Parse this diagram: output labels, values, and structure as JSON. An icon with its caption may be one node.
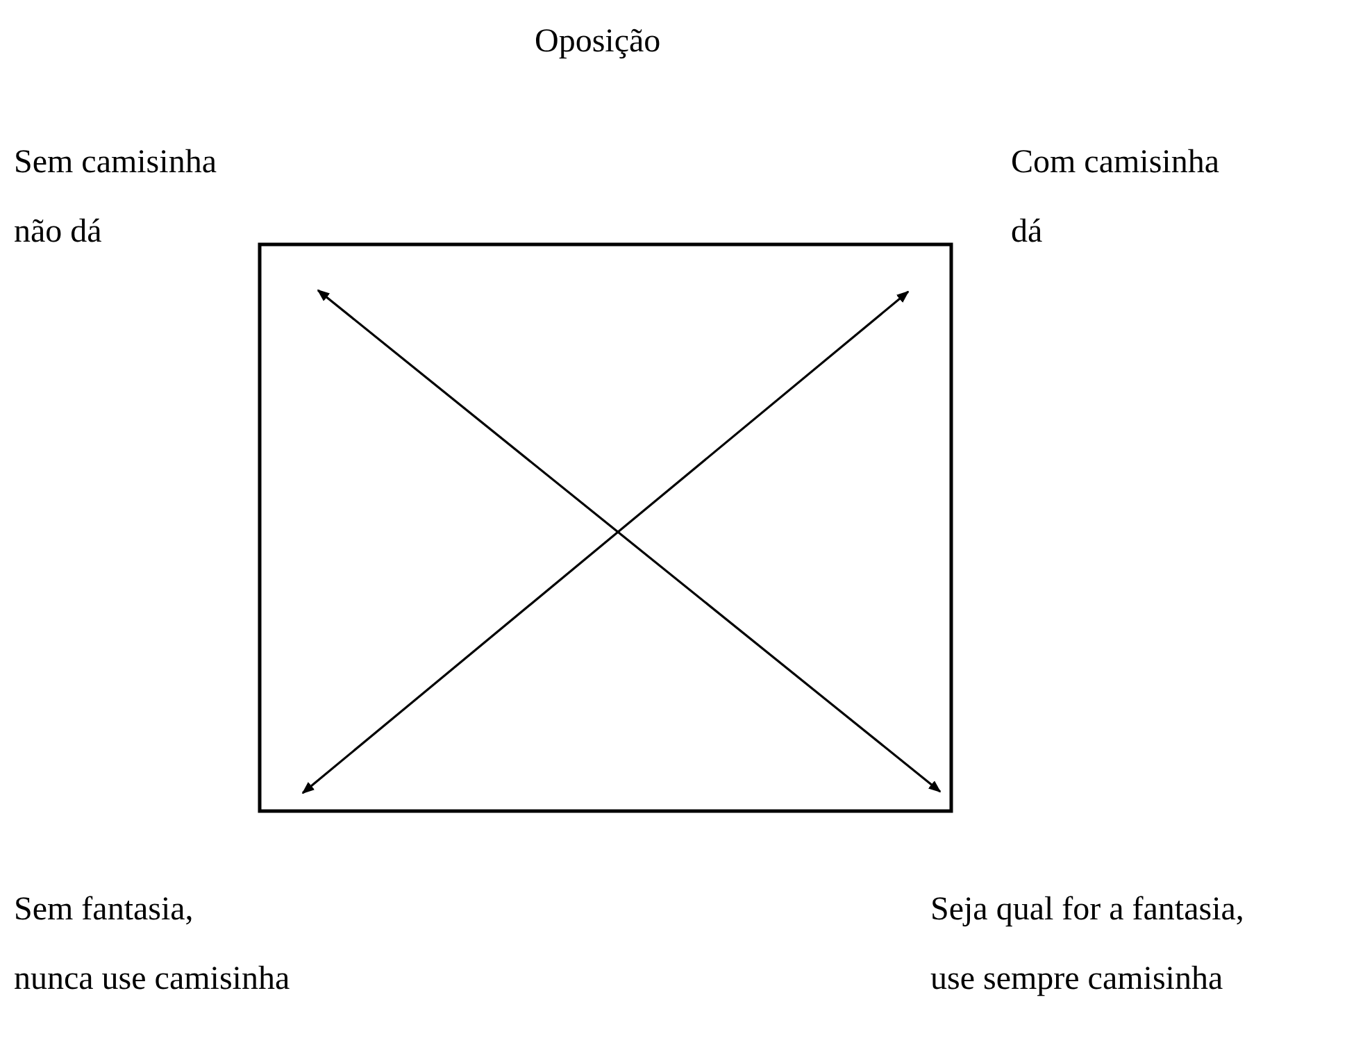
{
  "diagram": {
    "nodes": [
      {
        "text": [
          "Sem camisinha não dá"
        ]
      },
      {
        "text": [
          "Com camisinha dá"
        ]
      },
      {
        "text": [
          "Sem fantasia, nunca use camisinha"
        ]
      },
      {
        "text": [
          "Seja qual for a fantasia, use sempre camisinha"
        ]
      }
    ],
    "edges": [
      {
        "from": 0,
        "to": 3,
        "arrow": "both"
      },
      {
        "from": 1,
        "to": 2,
        "arrow": "both"
      }
    ],
    "labels": [
      "Oposição"
    ]
  }
}
